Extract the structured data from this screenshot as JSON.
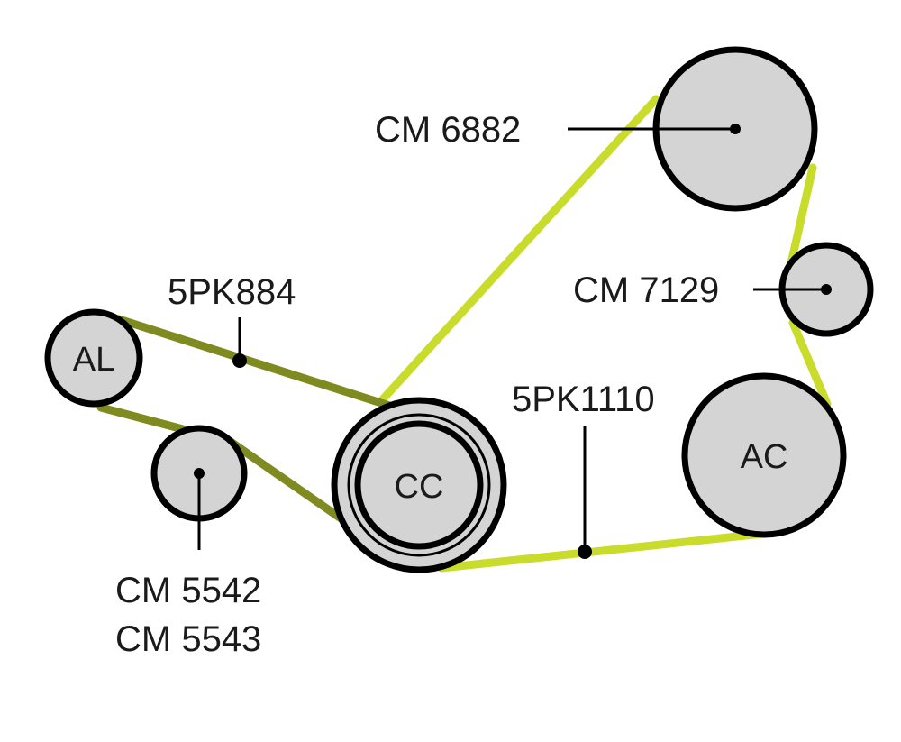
{
  "colors": {
    "belt_long": "#c9dc2b",
    "belt_short": "#7f8a20",
    "pulley_fill": "#d4d4d4",
    "pulley_stroke": "#000000",
    "background": "#ffffff"
  },
  "belts": {
    "short_belt": {
      "part_number": "5PK884"
    },
    "long_belt": {
      "part_number": "5PK1110"
    }
  },
  "pulleys": {
    "alternator": {
      "label": "AL"
    },
    "crankshaft": {
      "label": "CC"
    },
    "ac_compressor": {
      "label": "AC"
    }
  },
  "parts": {
    "top_pulley": {
      "label": "CM 6882"
    },
    "right_pulley": {
      "label": "CM 7129"
    },
    "tensioner": {
      "label_line1": "CM 5542",
      "label_line2": "CM 5543"
    }
  }
}
